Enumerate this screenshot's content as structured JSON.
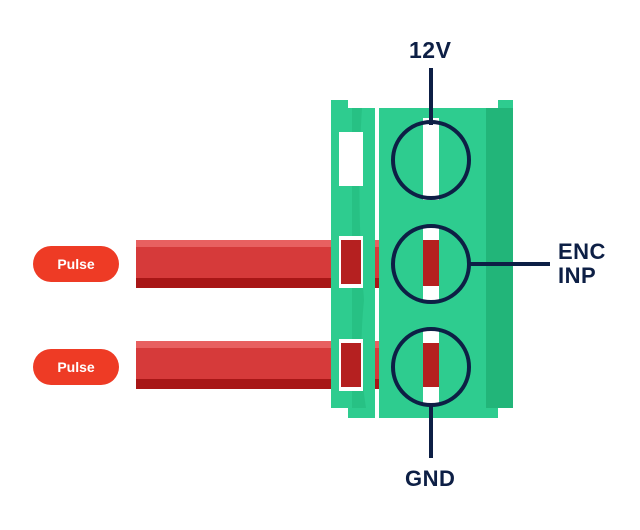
{
  "colors": {
    "wire_red": "#d63a3a",
    "wire_dark": "#a81616",
    "connector_green": "#2ecc8f",
    "connector_dark": "#22b579",
    "outline_navy": "#0d1f45",
    "badge_red": "#ee3b25"
  },
  "labels": {
    "top_pin": "12V",
    "middle_pin_line1": "ENC",
    "middle_pin_line2": "INP",
    "bottom_pin": "GND"
  },
  "wires": [
    {
      "label": "Pulse"
    },
    {
      "label": "Pulse"
    }
  ]
}
